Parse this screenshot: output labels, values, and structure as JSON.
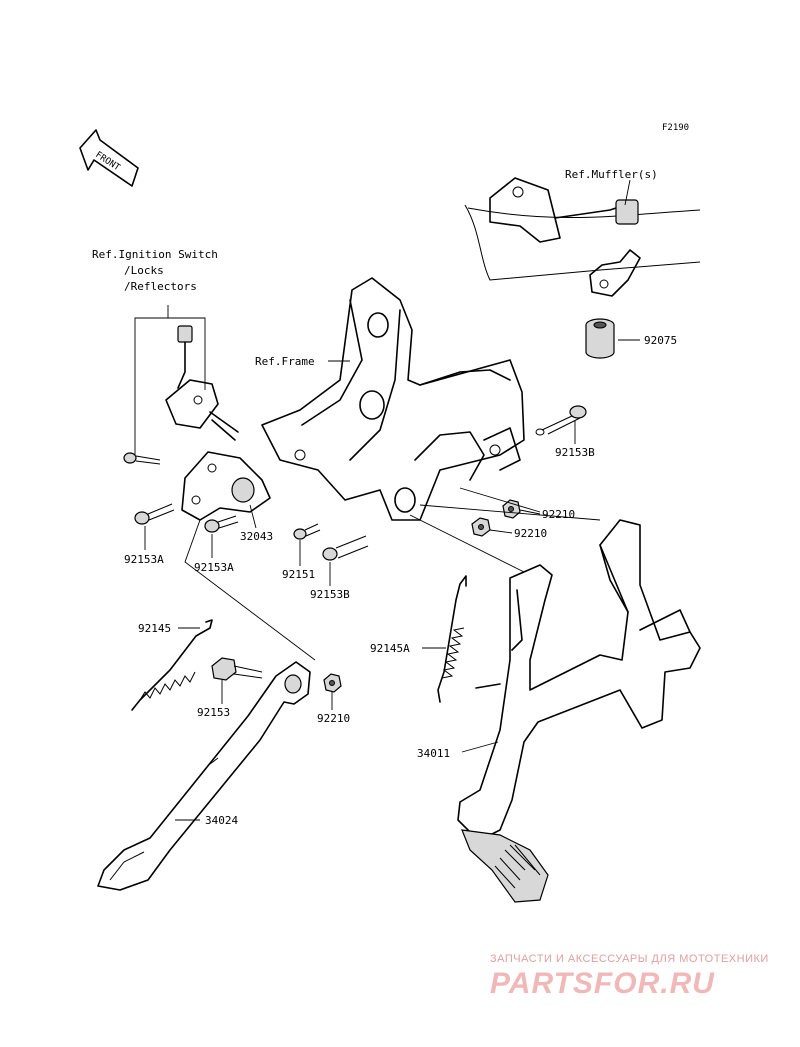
{
  "diagram_code": "F2190",
  "front_arrow": "FRONT",
  "references": {
    "muffler": "Ref.Muffler(s)",
    "ignition_line1": "Ref.Ignition Switch",
    "ignition_line2": "/Locks",
    "ignition_line3": "/Reflectors",
    "frame": "Ref.Frame"
  },
  "parts": {
    "p92075": "92075",
    "p92153B_top": "92153B",
    "p92210_a": "92210",
    "p92210_b": "92210",
    "p32043": "32043",
    "p92153A_left": "92153A",
    "p92153A_right": "92153A",
    "p92151": "92151",
    "p92153B_bottom": "92153B",
    "p92145": "92145",
    "p92145A": "92145A",
    "p92153": "92153",
    "p92210_c": "92210",
    "p34011": "34011",
    "p34024": "34024"
  },
  "watermark": {
    "line1": "ЗАПЧАСТИ И АКСЕССУАРЫ ДЛЯ МОТОТЕХНИКИ",
    "line2": "PARTSFOR.RU"
  }
}
